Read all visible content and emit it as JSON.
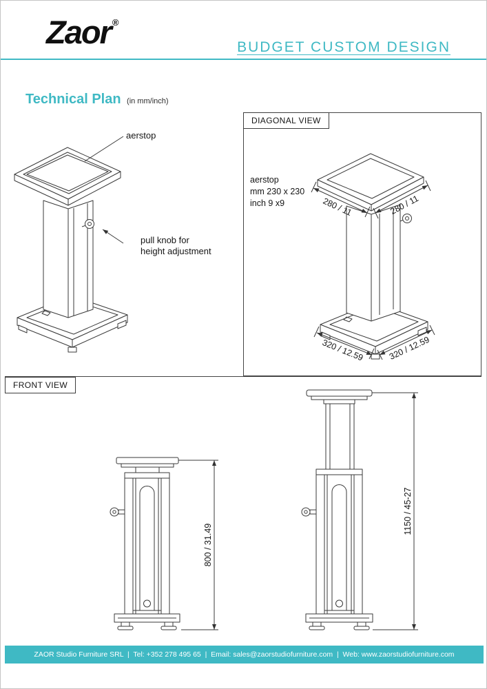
{
  "colors": {
    "accent": "#3fb9c4",
    "footer-bg": "#3fb9c4",
    "ink": "#1d1d1d"
  },
  "header": {
    "logo": "Zaor",
    "logo_reg": "®",
    "tagline": "BUDGET CUSTOM DESIGN"
  },
  "title": {
    "main": "Technical Plan",
    "unit": "(in mm/inch)"
  },
  "sections": {
    "diagonal_label": "DIAGONAL VIEW",
    "front_label": "FRONT VIEW"
  },
  "iso": {
    "aerstop_label": "aerstop",
    "knob_line1": "pull knob for",
    "knob_line2": "height adjustment"
  },
  "diagonal": {
    "note_line1": "aerstop",
    "note_line2": "mm 230 x 230",
    "note_line3": "inch 9 x9",
    "dim_top_left": "280 / 11",
    "dim_top_right": "280 / 11",
    "dim_base_left": "320 / 12.59",
    "dim_base_right": "320 / 12.59"
  },
  "front": {
    "dim_short": "800 / 31.49",
    "dim_tall": "1150 / 45-27"
  },
  "footer": {
    "text": "ZAOR Studio Furniture SRL  |  Tel: +352 278 495 65  |  Email: sales@zaorstudiofurniture.com  |  Web: www.zaorstudiofurniture.com"
  }
}
